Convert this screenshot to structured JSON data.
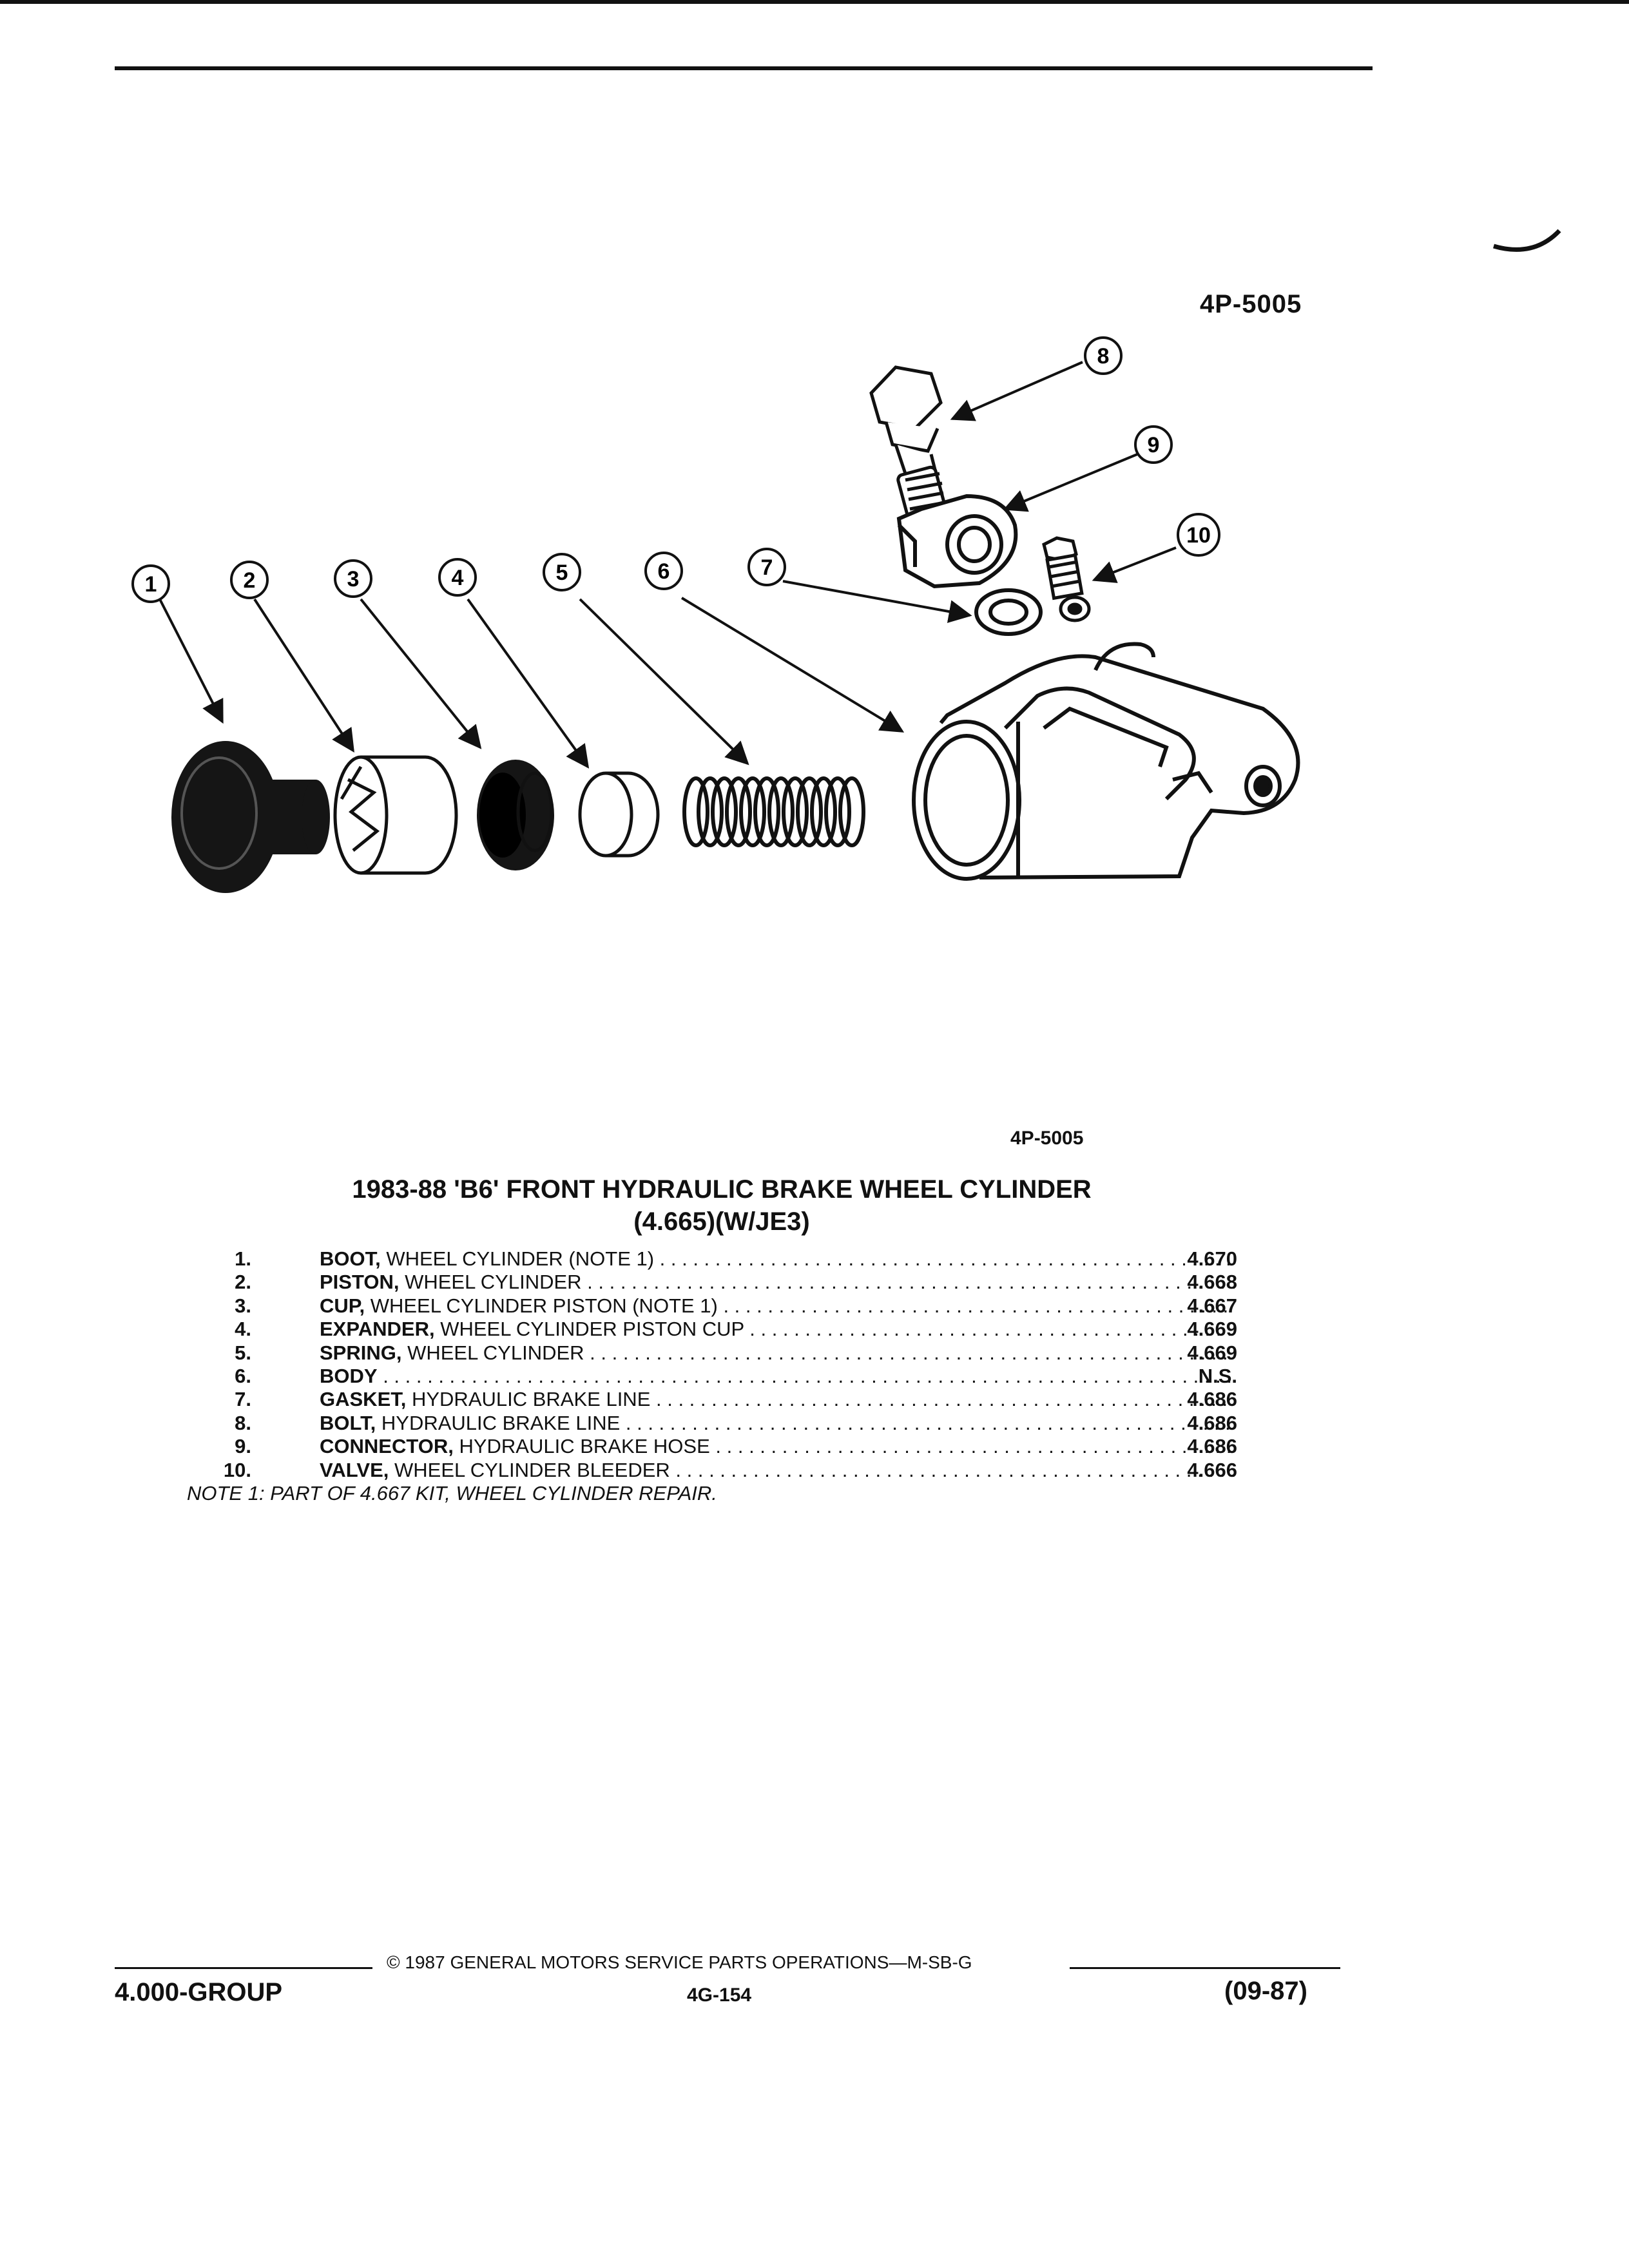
{
  "figure_code": "4P-5005",
  "figure_code_small": "4P-5005",
  "title_line1": "1983-88 'B6' FRONT HYDRAULIC BRAKE WHEEL CYLINDER",
  "title_line2": "(4.665)(W/JE3)",
  "callouts": [
    "1",
    "2",
    "3",
    "4",
    "5",
    "6",
    "7",
    "8",
    "9",
    "10"
  ],
  "parts": [
    {
      "num": "1.",
      "name": "BOOT,",
      "desc": "WHEEL CYLINDER (NOTE 1)",
      "ref": "4.670"
    },
    {
      "num": "2.",
      "name": "PISTON,",
      "desc": "WHEEL CYLINDER",
      "ref": "4.668"
    },
    {
      "num": "3.",
      "name": "CUP,",
      "desc": "WHEEL CYLINDER PISTON (NOTE 1)",
      "ref": "4.667"
    },
    {
      "num": "4.",
      "name": "EXPANDER,",
      "desc": "WHEEL CYLINDER PISTON CUP",
      "ref": "4.669"
    },
    {
      "num": "5.",
      "name": "SPRING,",
      "desc": "WHEEL CYLINDER",
      "ref": "4.669"
    },
    {
      "num": "6.",
      "name": "BODY",
      "desc": "",
      "ref": "N.S."
    },
    {
      "num": "7.",
      "name": "GASKET,",
      "desc": "HYDRAULIC BRAKE LINE",
      "ref": "4.686"
    },
    {
      "num": "8.",
      "name": "BOLT,",
      "desc": "HYDRAULIC BRAKE LINE",
      "ref": "4.686"
    },
    {
      "num": "9.",
      "name": "CONNECTOR,",
      "desc": "HYDRAULIC BRAKE HOSE",
      "ref": "4.686"
    },
    {
      "num": "10.",
      "name": "VALVE,",
      "desc": "WHEEL CYLINDER BLEEDER",
      "ref": "4.666"
    }
  ],
  "note": "NOTE 1: PART OF 4.667 KIT, WHEEL CYLINDER REPAIR.",
  "footer": {
    "copyright": "© 1987  GENERAL MOTORS SERVICE PARTS OPERATIONS—M-SB-G",
    "group": "4.000-GROUP",
    "page": "4G-154",
    "date": "(09-87)"
  }
}
